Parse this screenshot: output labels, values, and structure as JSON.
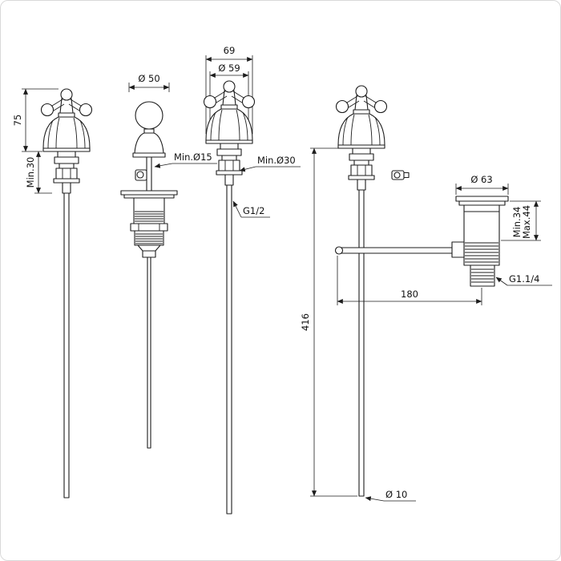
{
  "theme": {
    "background": "#ffffff",
    "line_color": "#1d1d1d",
    "border_color": "#d9d9d9"
  },
  "figures": [
    {
      "id": "left-valve-front",
      "dims": {
        "handle_height": "75",
        "min_deck_clearance": "Min.30"
      }
    },
    {
      "id": "popup-waste-front",
      "dims": {
        "knob_diameter": "Ø 50",
        "min_hole_diameter": "Min.Ø15"
      }
    },
    {
      "id": "right-valve-front",
      "dims": {
        "handle_width": "69",
        "base_diameter": "Ø 59",
        "min_hole_diameter": "Min.Ø30",
        "supply_thread": "G1/2"
      }
    },
    {
      "id": "assembly-side",
      "dims": {
        "overall_height": "416",
        "waste_flange_diameter": "Ø 63",
        "deck_min": "Min.34",
        "deck_max": "Max.44",
        "popup_rod_reach": "180",
        "waste_thread": "G1.1/4",
        "supply_tube_diameter": "Ø 10"
      }
    }
  ]
}
